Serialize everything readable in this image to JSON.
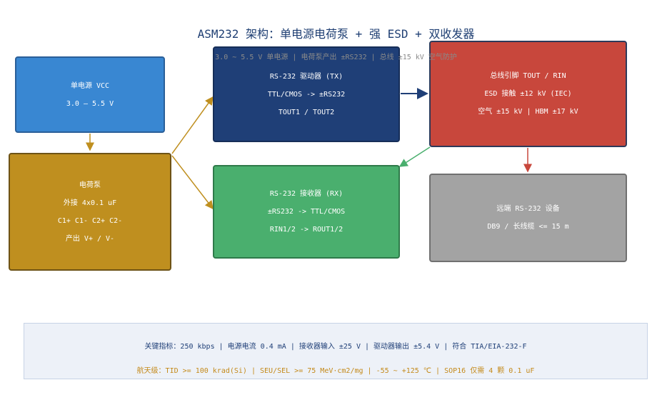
{
  "title": "ASM232 架构：单电源电荷泵 + 强 ESD + 双收发器",
  "subtitle": "3.0 ~ 5.5 V 单电源 | 电荷泵产出 ±RS232 | 总线 ±15 kV 空气防护",
  "nodes": {
    "vcc": {
      "lines": [
        "单电源 VCC",
        "3.0 – 5.5 V"
      ]
    },
    "charge_pump": {
      "lines": [
        "电荷泵",
        "外接 4x0.1 uF",
        "C1+ C1-  C2+ C2-",
        "产出 V+ / V-"
      ]
    },
    "tx": {
      "lines": [
        "RS-232 驱动器 (TX)",
        "TTL/CMOS -> ±RS232",
        "TOUT1 / TOUT2"
      ]
    },
    "rx": {
      "lines": [
        "RS-232 接收器 (RX)",
        "±RS232 -> TTL/CMOS",
        "RIN1/2 -> ROUT1/2"
      ]
    },
    "bus": {
      "lines": [
        "总线引脚 TOUT / RIN",
        "ESD 接触 ±12 kV (IEC)",
        "空气 ±15 kV | HBM ±17 kV"
      ]
    },
    "remote": {
      "lines": [
        "远端 RS-232 设备",
        "DB9 / 长线缆 <= 15 m"
      ]
    }
  },
  "footer": {
    "key_specs": "关键指标：250 kbps | 电源电流 0.4 mA | 接收器输入 ±25 V | 驱动器输出 ±5.4 V | 符合 TIA/EIA-232-F",
    "aerospace": "航天级：TID >= 100 krad(Si) | SEU/SEL >= 75 MeV·cm2/mg | -55 ~ +125 ℃ | SOP16  仅需 4 颗 0.1 uF"
  },
  "colors": {
    "vcc": "#3987d2",
    "charge_pump": "#bf8f1f",
    "tx": "#1f3f77",
    "rx": "#4aaf6e",
    "bus": "#c8473c",
    "remote": "#a3a3a3"
  }
}
